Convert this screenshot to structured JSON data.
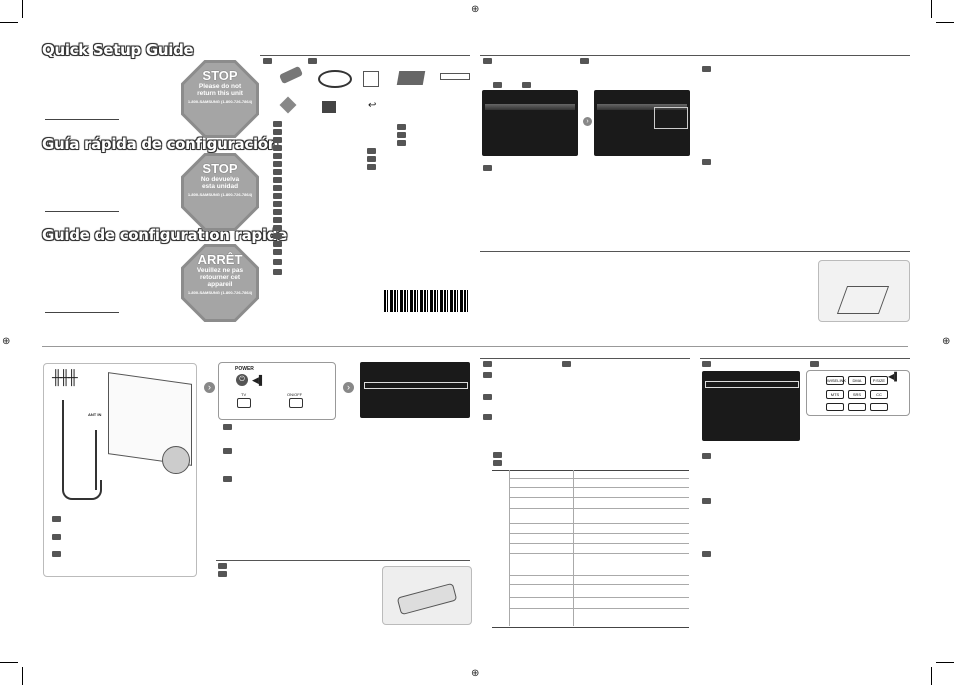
{
  "titles": {
    "en": "Quick Setup Guide",
    "es": "Guía rápida de configuración",
    "fr": "Guide de configuration rapide"
  },
  "stop_signs": [
    {
      "heading": "STOP",
      "line": "Please do not return this unit",
      "phone": "1-800-SAMSUNG (1-800-726-7864)"
    },
    {
      "heading": "STOP",
      "line": "No devuelva esta unidad",
      "phone": "1-800-SAMSUNG (1-800-726-7864)"
    },
    {
      "heading": "ARRÊT",
      "line": "Veuillez ne pas retourner cet appareil",
      "phone": "1-800-SAMSUNG (1-800-726-7864)"
    }
  ],
  "remote_power": {
    "power_label": "POWER",
    "tv_label": "TV",
    "onoff_label": "ON/OFF"
  },
  "remote_buttons": [
    "WISELINK",
    "DMA",
    "P.SIZE",
    "MTS",
    "SRS",
    "CC"
  ],
  "antenna_label": "ANT IN",
  "colors": {
    "ink": "#222222",
    "sign": "#a5a5a5",
    "menu_bg": "#1a1a1a",
    "rule": "#555555"
  }
}
